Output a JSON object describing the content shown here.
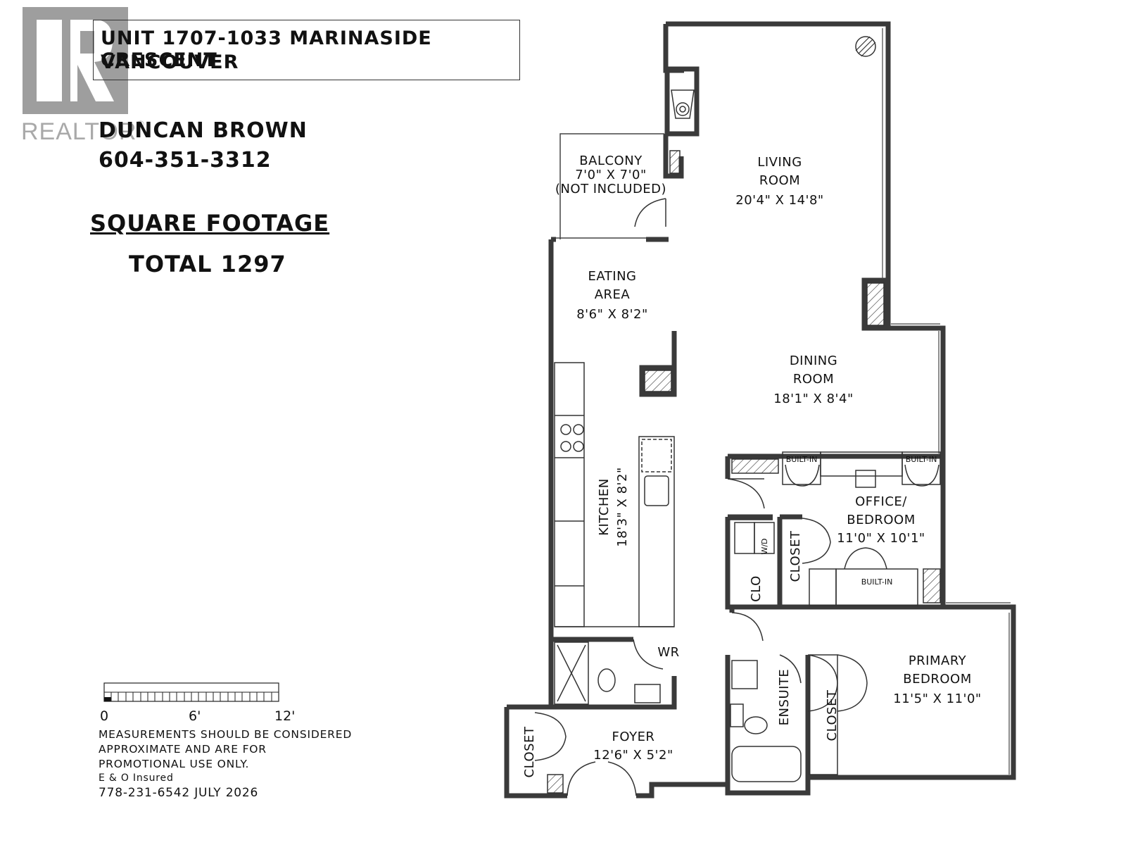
{
  "header": {
    "address_line1": "UNIT 1707-1033 MARINASIDE CRESCENT",
    "address_line2": "VANCOUVER"
  },
  "watermark": {
    "brand": "REALTOR",
    "registered": "®"
  },
  "agent": {
    "name": "DUNCAN BROWN",
    "phone": "604-351-3312"
  },
  "square_footage": {
    "heading": "SQUARE FOOTAGE",
    "total": "TOTAL 1297"
  },
  "scale": {
    "label_0": "0",
    "label_6": "6'",
    "label_12": "12'"
  },
  "disclaimer": {
    "line1": "MEASUREMENTS SHOULD BE CONSIDERED",
    "line2": "APPROXIMATE AND ARE FOR",
    "line3": "PROMOTIONAL USE ONLY.",
    "line4": "E & O Insured",
    "line5": "778-231-6542  JULY 2026"
  },
  "rooms": {
    "balcony": {
      "name": "BALCONY",
      "size": "7'0\" X 7'0\"",
      "note": "(NOT INCLUDED)"
    },
    "living": {
      "name1": "LIVING",
      "name2": "ROOM",
      "size": "20'4\" X 14'8\""
    },
    "eating": {
      "name1": "EATING",
      "name2": "AREA",
      "size": "8'6\" X 8'2\""
    },
    "dining": {
      "name1": "DINING",
      "name2": "ROOM",
      "size": "18'1\" X 8'4\""
    },
    "kitchen": {
      "name": "KITCHEN",
      "size": "18'3\" X 8'2\""
    },
    "office": {
      "name1": "OFFICE/",
      "name2": "BEDROOM",
      "size": "11'0\" X 10'1\""
    },
    "primary": {
      "name1": "PRIMARY",
      "name2": "BEDROOM",
      "size": "11'5\" X 11'0\""
    },
    "foyer": {
      "name": "FOYER",
      "size": "12'6\" X 5'2\""
    },
    "wr": {
      "name": "WR"
    },
    "ensuite": {
      "name": "ENSUITE"
    },
    "closet_office": {
      "name": "CLOSET"
    },
    "clo": {
      "name": "CLO"
    },
    "wd": {
      "name": "W/D"
    },
    "closet_primary": {
      "name": "CLOSET"
    },
    "closet_foyer": {
      "name": "CLOSET"
    },
    "builtin_1": {
      "name": "BUILT-IN"
    },
    "builtin_2": {
      "name": "BUILT-IN"
    },
    "builtin_3": {
      "name": "BUILT-IN"
    }
  }
}
